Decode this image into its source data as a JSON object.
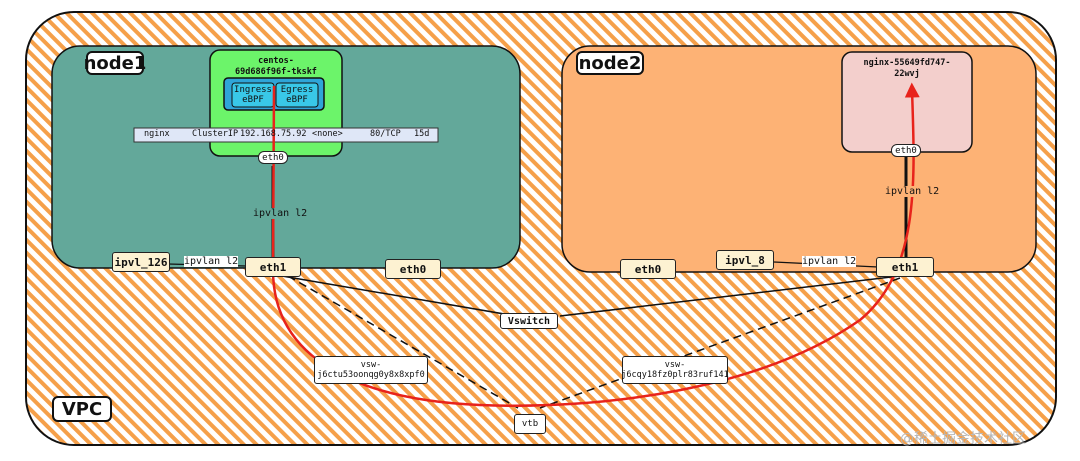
{
  "vpc": {
    "label": "VPC"
  },
  "node1": {
    "label": "node1",
    "pod_name": "centos-\n69d686f96f-tkskf",
    "ingress": "Ingress\neBPF",
    "egress": "Egress\neBPF",
    "service_row": [
      "nginx",
      "ClusterIP",
      "192.168.75.92",
      "<none>",
      "80/TCP",
      "15d"
    ],
    "pod_eth": "eth0",
    "ipvlan_label": "ipvlan l2",
    "ipvl": "ipvl_126",
    "ipvl_link": "ipvlan l2",
    "eth1": "eth1",
    "eth0": "eth0"
  },
  "node2": {
    "label": "node2",
    "pod_name": "nginx-55649fd747-\n22wvj",
    "pod_eth": "eth0",
    "ipvlan_label": "ipvlan l2",
    "eth0": "eth0",
    "ipvl": "ipvl_8",
    "ipvl_link": "ipvlan l2",
    "eth1": "eth1"
  },
  "vswitch": "Vswitch",
  "vsw1": "vsw-\nj6ctu53oonqg0y8x8xpf0",
  "vsw2": "vsw-\nj6cqy18fz0plr83ruf141",
  "vtb": "vtb",
  "watermark": "@稀土掘金技术社区",
  "colors": {
    "vpc_hatch": "#f5a04a",
    "node1_fill": "#63a89a",
    "node2_fill": "#fdb275",
    "pod1_fill": "#6cf46a",
    "ebpf_fill": "#39c8e8",
    "pod2_fill": "#f3cfcc",
    "path": "#e8231b"
  }
}
